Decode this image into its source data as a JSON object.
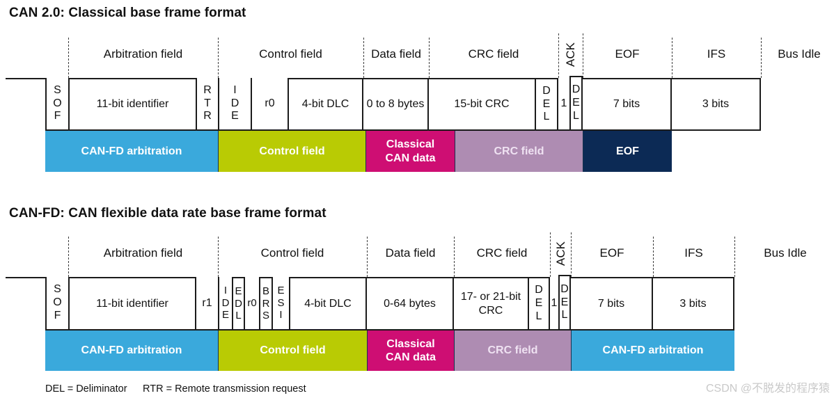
{
  "diagram1": {
    "title": "CAN 2.0: Classical base frame format",
    "field_labels": {
      "arbitration": "Arbitration field",
      "control": "Control field",
      "data": "Data field",
      "crc": "CRC field",
      "ack": "ACK",
      "eof": "EOF",
      "ifs": "IFS",
      "bus_idle": "Bus Idle"
    },
    "cells": {
      "sof": "S\nO\nF",
      "identifier": "11-bit identifier",
      "rtr": "R\nT\nR",
      "ide": "I\nD\nE",
      "r0": "r0",
      "dlc": "4-bit DLC",
      "data": "0 to 8 bytes",
      "crc": "15-bit CRC",
      "crc_del": "D\nE\nL",
      "ack_slot": "1",
      "ack_del": "D\nE\nL",
      "eof": "7 bits",
      "ifs": "3 bits"
    },
    "bars": [
      {
        "label": "CAN-FD arbitration",
        "color": "#3AA9DC"
      },
      {
        "label": "Control field",
        "color": "#B9CB04"
      },
      {
        "label": "Classical\nCAN data",
        "color": "#CE0E73"
      },
      {
        "label": "CRC field",
        "color": "#AE8CB2"
      },
      {
        "label": "EOF",
        "color": "#0C2A55"
      }
    ]
  },
  "diagram2": {
    "title": "CAN-FD: CAN flexible data rate base frame format",
    "field_labels": {
      "arbitration": "Arbitration field",
      "control": "Control field",
      "data": "Data field",
      "crc": "CRC field",
      "ack": "ACK",
      "eof": "EOF",
      "ifs": "IFS",
      "bus_idle": "Bus Idle"
    },
    "cells": {
      "sof": "S\nO\nF",
      "identifier": "11-bit identifier",
      "r1": "r1",
      "ide": "I\nD\nE",
      "edl": "E\nD\nL",
      "r0": "r0",
      "brs": "B\nR\nS",
      "esi": "E\nS\nI",
      "dlc": "4-bit DLC",
      "data": "0-64 bytes",
      "crc": "17- or 21-bit\nCRC",
      "crc_del": "D\nE\nL",
      "ack_slot": "1",
      "ack_del": "D\nE\nL",
      "eof": "7 bits",
      "ifs": "3 bits"
    },
    "bars": [
      {
        "label": "CAN-FD arbitration",
        "color": "#3AA9DC"
      },
      {
        "label": "Control field",
        "color": "#B9CB04"
      },
      {
        "label": "Classical\nCAN data",
        "color": "#CE0E73"
      },
      {
        "label": "CRC field",
        "color": "#AE8CB2"
      },
      {
        "label": "CAN-FD arbitration",
        "color": "#3AA9DC"
      }
    ]
  },
  "footer": {
    "del_note": "DEL = Deliminator",
    "rtr_note": "RTR = Remote transmission request"
  },
  "watermark": "CSDN @不脱发的程序猿",
  "colors": {
    "line": "#1b1b1b",
    "arbitration_blue": "#3AA9DC",
    "control_green": "#B9CB04",
    "data_magenta": "#CE0E73",
    "crc_purple": "#AE8CB2",
    "eof_navy": "#0C2A55",
    "watermark_gray": "#c9c9c9"
  }
}
